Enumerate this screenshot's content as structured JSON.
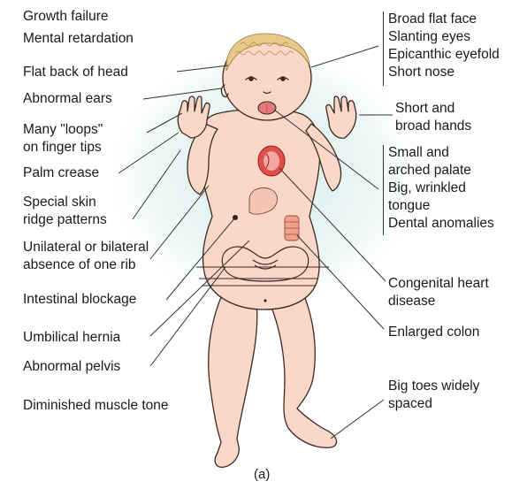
{
  "figure": {
    "panel_letter": "(a)",
    "skin_color": "#fbd7c8",
    "outline_color": "#3a2a24",
    "hair_color": "#e9c98a",
    "glow_color": "#cfe9e6",
    "heart_color": "#e0504a",
    "colon_color": "#f0a08c",
    "leader_color": "#333333"
  },
  "left_labels": {
    "growth_failure": "Growth failure",
    "mental_retardation": "Mental retardation",
    "flat_back_of_head": "Flat back of head",
    "abnormal_ears": "Abnormal ears",
    "many_loops_1": "Many \"loops\"",
    "many_loops_2": "on finger tips",
    "palm_crease": "Palm crease",
    "special_skin_1": "Special skin",
    "special_skin_2": "ridge patterns",
    "absent_rib_1": "Unilateral or bilateral",
    "absent_rib_2": "absence of one rib",
    "intestinal_blockage": "Intestinal blockage",
    "umbilical_hernia": "Umbilical hernia",
    "abnormal_pelvis": "Abnormal pelvis",
    "muscle_tone": "Diminished muscle tone"
  },
  "right_labels": {
    "face_group": [
      "Broad flat face",
      "Slanting eyes",
      "Epicanthic eyefold",
      "Short nose"
    ],
    "hands_1": "Short and",
    "hands_2": "broad hands",
    "mouth_group": [
      "Small and",
      "arched palate",
      "Big, wrinkled",
      "tongue",
      "Dental anomalies"
    ],
    "heart_1": "Congenital heart",
    "heart_2": "disease",
    "enlarged_colon": "Enlarged colon",
    "toes_1": "Big toes widely",
    "toes_2": "spaced"
  }
}
